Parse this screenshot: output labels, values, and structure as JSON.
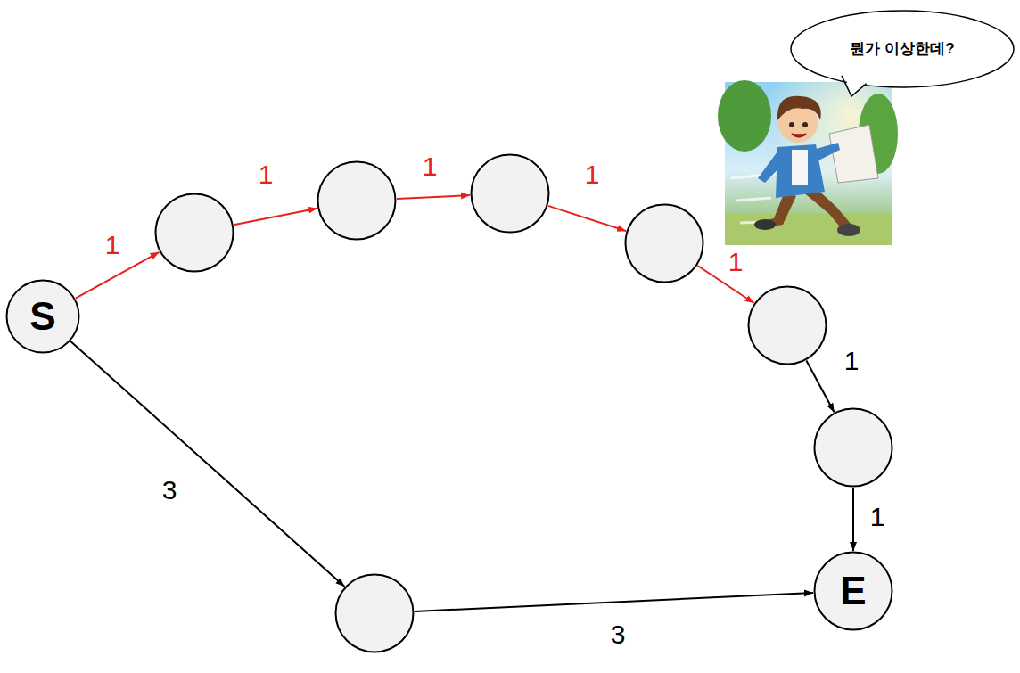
{
  "diagram": {
    "nodes": [
      {
        "text": [
          "뭔가 이상한데?"
        ]
      },
      {
        "text": [
          "S"
        ]
      },
      {
        "text": []
      },
      {
        "text": []
      },
      {
        "text": []
      },
      {
        "text": []
      },
      {
        "text": []
      },
      {
        "text": []
      },
      {
        "text": []
      },
      {
        "text": [
          "E"
        ]
      }
    ],
    "edges": [
      {
        "from": 1,
        "to": 2,
        "arrow": "to",
        "label": "1"
      },
      {
        "from": 2,
        "to": 3,
        "arrow": "to",
        "label": "1"
      },
      {
        "from": 3,
        "to": 4,
        "arrow": "to",
        "label": "1"
      },
      {
        "from": 4,
        "to": 5,
        "arrow": "to",
        "label": "1"
      },
      {
        "from": 5,
        "to": 6,
        "arrow": "to",
        "label": "1"
      },
      {
        "from": 6,
        "to": 7,
        "arrow": "to",
        "label": "1"
      },
      {
        "from": 7,
        "to": 9,
        "arrow": "to",
        "label": "1"
      },
      {
        "from": 1,
        "to": 8,
        "arrow": "to",
        "label": "3"
      },
      {
        "from": 8,
        "to": 9,
        "arrow": "to",
        "label": "3"
      }
    ]
  }
}
